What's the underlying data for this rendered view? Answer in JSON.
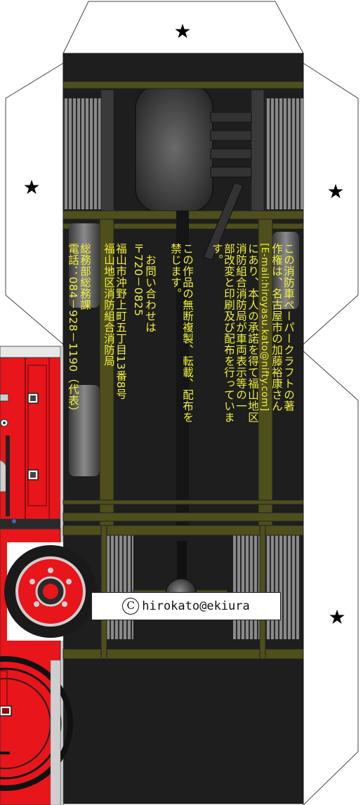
{
  "marks": {
    "star": "★"
  },
  "notice": {
    "lines": [
      "この消防車ペーパークラフトの著",
      "作権は、名古屋市の加藤裕康さん",
      "[E-mail:hiroyasu.kato@nifty.com]",
      "にあり、本人の承諾を得て福山地区",
      "消防組合消防局が車両表示等の一",
      "部改変と印刷及び配布を行っていま",
      "す。",
      "この作品の無断複製、転載、配布を",
      "禁じます。",
      "　お問い合わせは",
      "〒720－0825",
      "福山市沖野上町五丁目13番8号",
      "福山地区消防組合消防局",
      "総務部総務課",
      "電話：084－928－1190（代表）"
    ]
  },
  "copyright": {
    "symbol": "C",
    "text": "hirokato@ekiura"
  },
  "colors": {
    "panel": "#1e1e1e",
    "rail": "#4f4f1c",
    "text": "#f2f23a",
    "fire_red": "#e8151b",
    "outline": "#333333"
  }
}
